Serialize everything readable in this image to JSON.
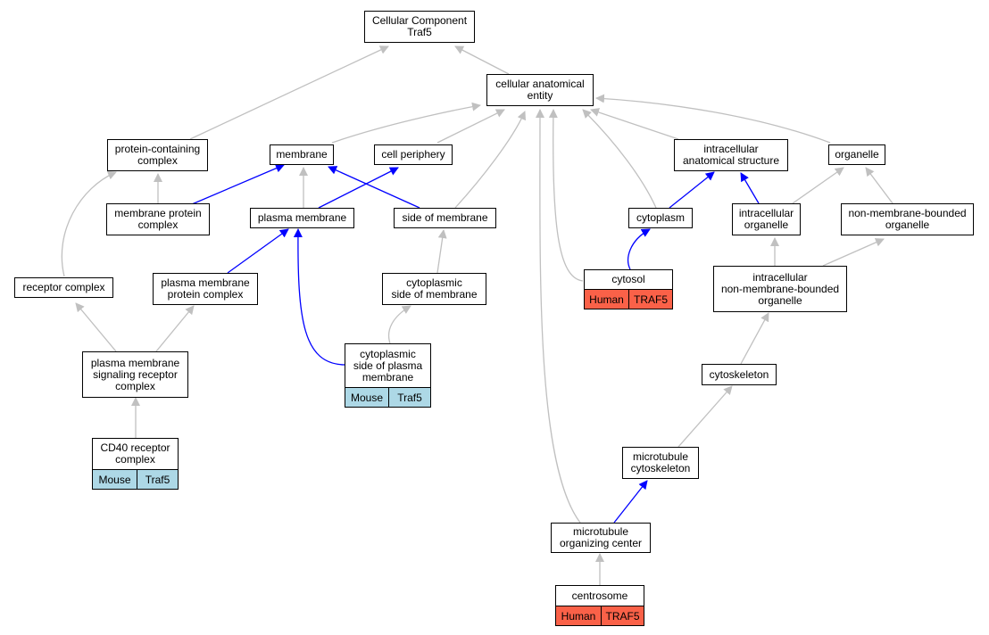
{
  "nodes": {
    "root": "Cellular Component\nTraf5",
    "cae": "cellular anatomical\nentity",
    "pcc": "protein-containing\ncomplex",
    "membrane": "membrane",
    "cellper": "cell periphery",
    "ias": "intracellular\nanatomical structure",
    "organelle": "organelle",
    "mpc": "membrane protein\ncomplex",
    "pm": "plasma membrane",
    "som": "side of membrane",
    "cytoplasm": "cytoplasm",
    "io": "intracellular\norganelle",
    "nmbo": "non-membrane-bounded\norganelle",
    "rc": "receptor complex",
    "pmpc": "plasma membrane\nprotein complex",
    "csom": "cytoplasmic\nside of membrane",
    "cytosol": "cytosol",
    "inmbo": "intracellular\nnon-membrane-bounded\norganelle",
    "pmsrc": "plasma membrane\nsignaling receptor\ncomplex",
    "cspm": "cytoplasmic\nside of plasma\nmembrane",
    "cytoskeleton": "cytoskeleton",
    "cd40": "CD40 receptor\ncomplex",
    "mtcs": "microtubule\ncytoskeleton",
    "mtoc": "microtubule\norganizing center",
    "centrosome": "centrosome"
  },
  "tags": {
    "cd40": [
      "Mouse",
      "Traf5"
    ],
    "cspm": [
      "Mouse",
      "Traf5"
    ],
    "cytosol": [
      "Human",
      "TRAF5"
    ],
    "centrosome": [
      "Human",
      "TRAF5"
    ]
  },
  "colors": {
    "mouse_fill": "#add8e6",
    "human_fill": "#fa6148",
    "is_a_edge": "#c0c0c0",
    "part_of_edge": "#0000ff"
  }
}
